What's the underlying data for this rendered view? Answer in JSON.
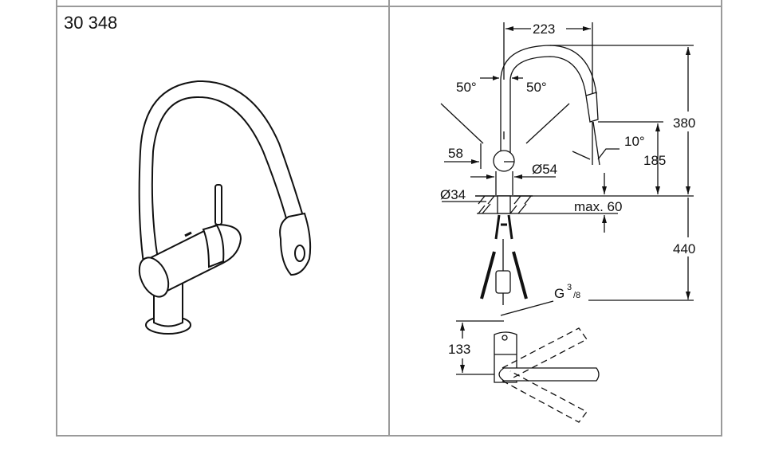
{
  "product": {
    "code": "30 348"
  },
  "drawing": {
    "dim_width": "223",
    "angle_left": "50°",
    "angle_right": "50°",
    "dim_height_total": "380",
    "angle_spray": "10°",
    "dim_spout_height": "185",
    "dim_lever_offset": "58",
    "dim_body_diameter": "Ø54",
    "dim_hole_diameter": "Ø34",
    "dim_counter_thickness": "max. 60",
    "dim_below_counter": "440",
    "thread_label": "G",
    "thread_num": "3",
    "thread_den": "/8",
    "dim_top_view": "133"
  }
}
